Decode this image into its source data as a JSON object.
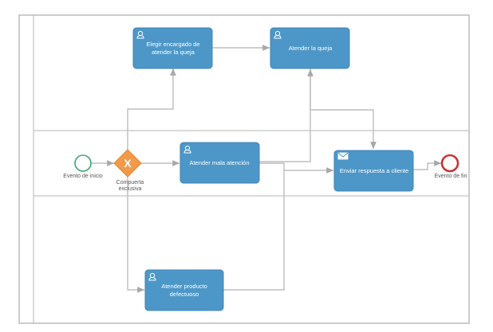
{
  "tasks": {
    "elegir": {
      "line1": "Elegir encargado de",
      "line2": "atender la queja",
      "icon": "user-icon"
    },
    "atender_queja": {
      "label": "Atender la queja",
      "icon": "user-icon"
    },
    "mala_atencion": {
      "label": "Atender mala atención",
      "icon": "user-icon"
    },
    "enviar": {
      "label": "Enviar respuesta a cliente",
      "icon": "envelope-icon"
    },
    "defectuoso": {
      "line1": "Atender producto",
      "line2": "defectuoso",
      "icon": "user-icon"
    }
  },
  "events": {
    "start": {
      "label": "Evento de inicio"
    },
    "end": {
      "label": "Evento de fin"
    }
  },
  "gateway": {
    "line1": "Compuerta",
    "line2": "exclusiva",
    "symbol": "X",
    "color": "#f29a4a"
  },
  "colors": {
    "task_fill": "#4d97c8",
    "start_event": "#3aa76d",
    "end_event": "#cc3333",
    "flow": "#bdbdbd"
  }
}
